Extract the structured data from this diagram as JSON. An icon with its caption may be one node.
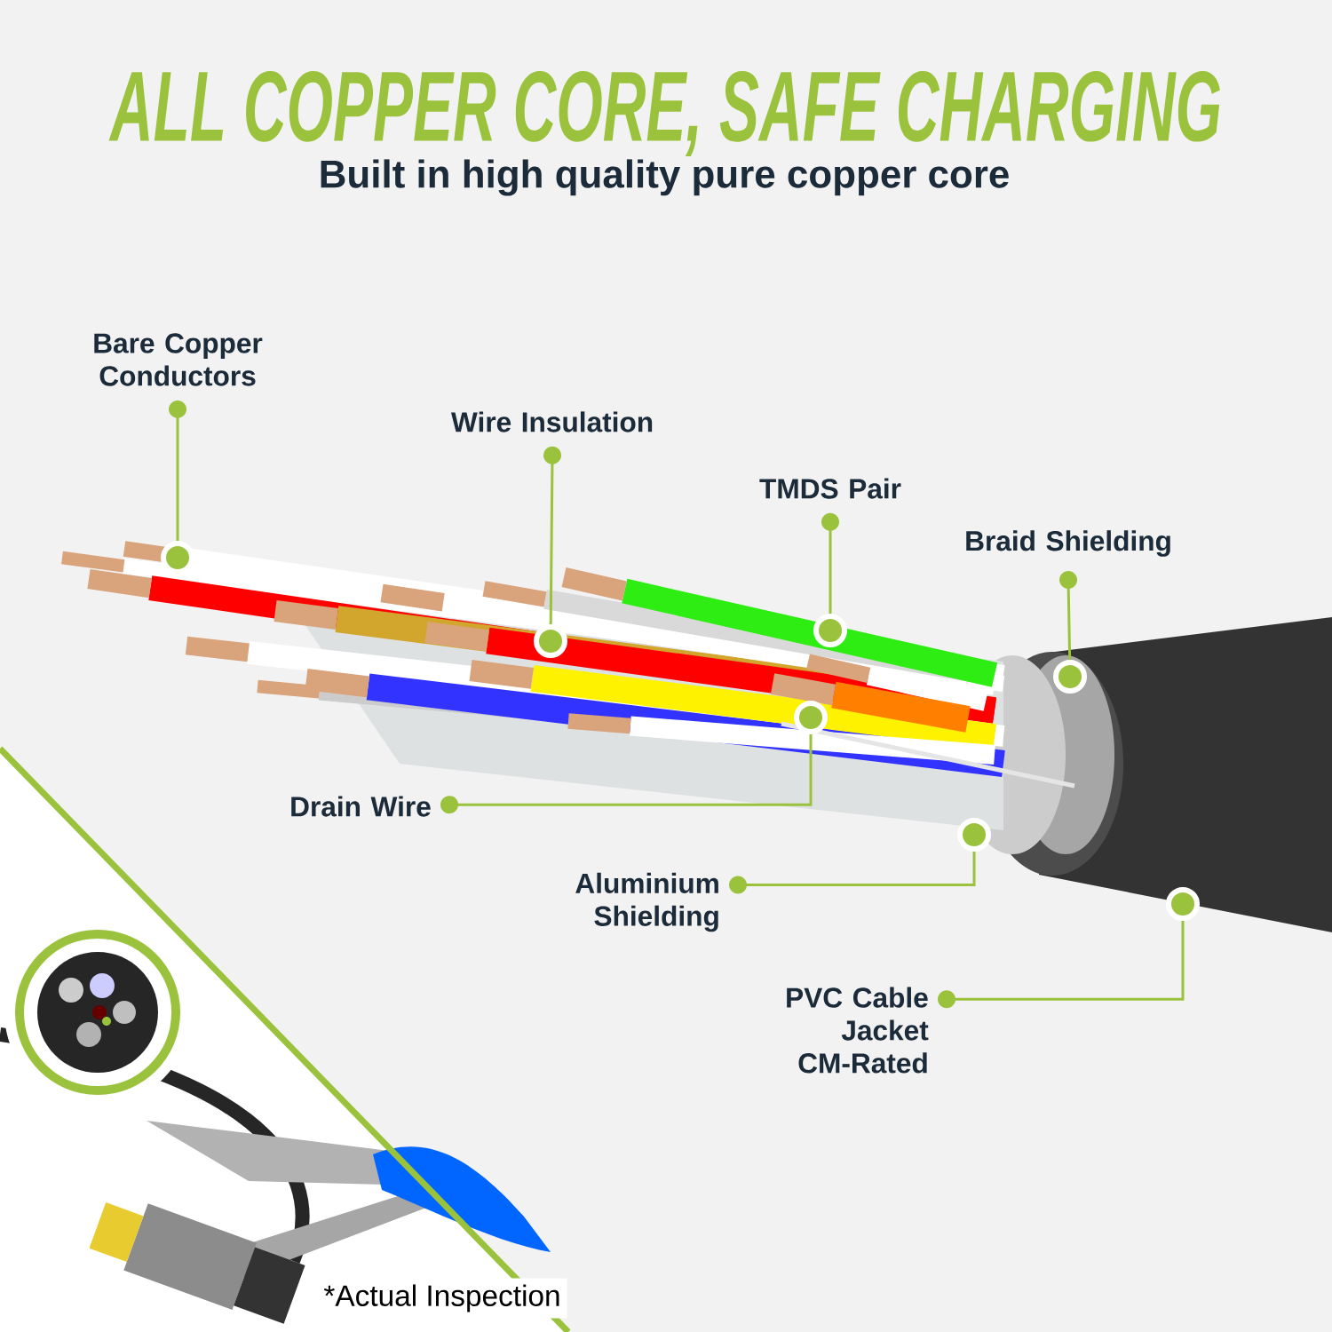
{
  "diagram": {
    "title": "ALL COPPER CORE, SAFE CHARGING",
    "nodes": [
      {
        "text": [
          "Bare Copper Conductors"
        ]
      },
      {
        "text": [
          "Wire Insulation"
        ]
      },
      {
        "text": [
          "TMDS Pair"
        ]
      },
      {
        "text": [
          "Braid Shielding"
        ]
      },
      {
        "text": [
          "Drain Wire"
        ]
      },
      {
        "text": [
          "Aluminium Shielding"
        ]
      },
      {
        "text": [
          "PVC Cable Jacket CM-Rated"
        ]
      },
      {
        "text": [],
        "shape": "circle"
      },
      {
        "text": [],
        "shape": "circle"
      },
      {
        "text": [],
        "shape": "circle"
      },
      {
        "text": [],
        "shape": "circle"
      },
      {
        "text": [],
        "shape": "circle"
      },
      {
        "text": [],
        "shape": "circle"
      },
      {
        "text": [],
        "shape": "circle"
      }
    ],
    "edges": [
      {
        "from": 0,
        "to": 7,
        "arrow": "other"
      },
      {
        "from": 1,
        "to": 8,
        "arrow": "other"
      },
      {
        "from": 2,
        "to": 9,
        "arrow": "other"
      },
      {
        "from": 3,
        "to": 10,
        "arrow": "other"
      },
      {
        "from": 4,
        "to": 11,
        "arrow": "other"
      },
      {
        "from": 5,
        "to": 12,
        "arrow": "other"
      },
      {
        "from": 6,
        "to": 13,
        "arrow": "other"
      }
    ],
    "labels": [
      "Built in high quality pure copper core",
      "*Actual Inspection"
    ]
  }
}
